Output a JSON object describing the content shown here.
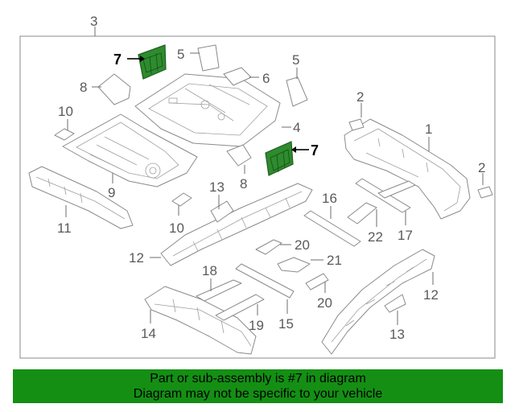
{
  "diagram": {
    "callouts": {
      "c1": "1",
      "c2a": "2",
      "c2b": "2",
      "c3": "3",
      "c4": "4",
      "c5a": "5",
      "c5b": "5",
      "c6": "6",
      "c7a": "7",
      "c7b": "7",
      "c8a": "8",
      "c8b": "8",
      "c9": "9",
      "c10a": "10",
      "c10b": "10",
      "c11": "11",
      "c12a": "12",
      "c12b": "12",
      "c13a": "13",
      "c13b": "13",
      "c14": "14",
      "c15": "15",
      "c16": "16",
      "c17": "17",
      "c18": "18",
      "c19": "19",
      "c20a": "20",
      "c20b": "20",
      "c21": "21",
      "c22": "22"
    },
    "highlight_color": "#2e8b2e"
  },
  "footer": {
    "line1": "Part or sub-assembly is #7 in diagram",
    "line2": "Diagram may not be specific to your vehicle",
    "background": "#148f14"
  }
}
